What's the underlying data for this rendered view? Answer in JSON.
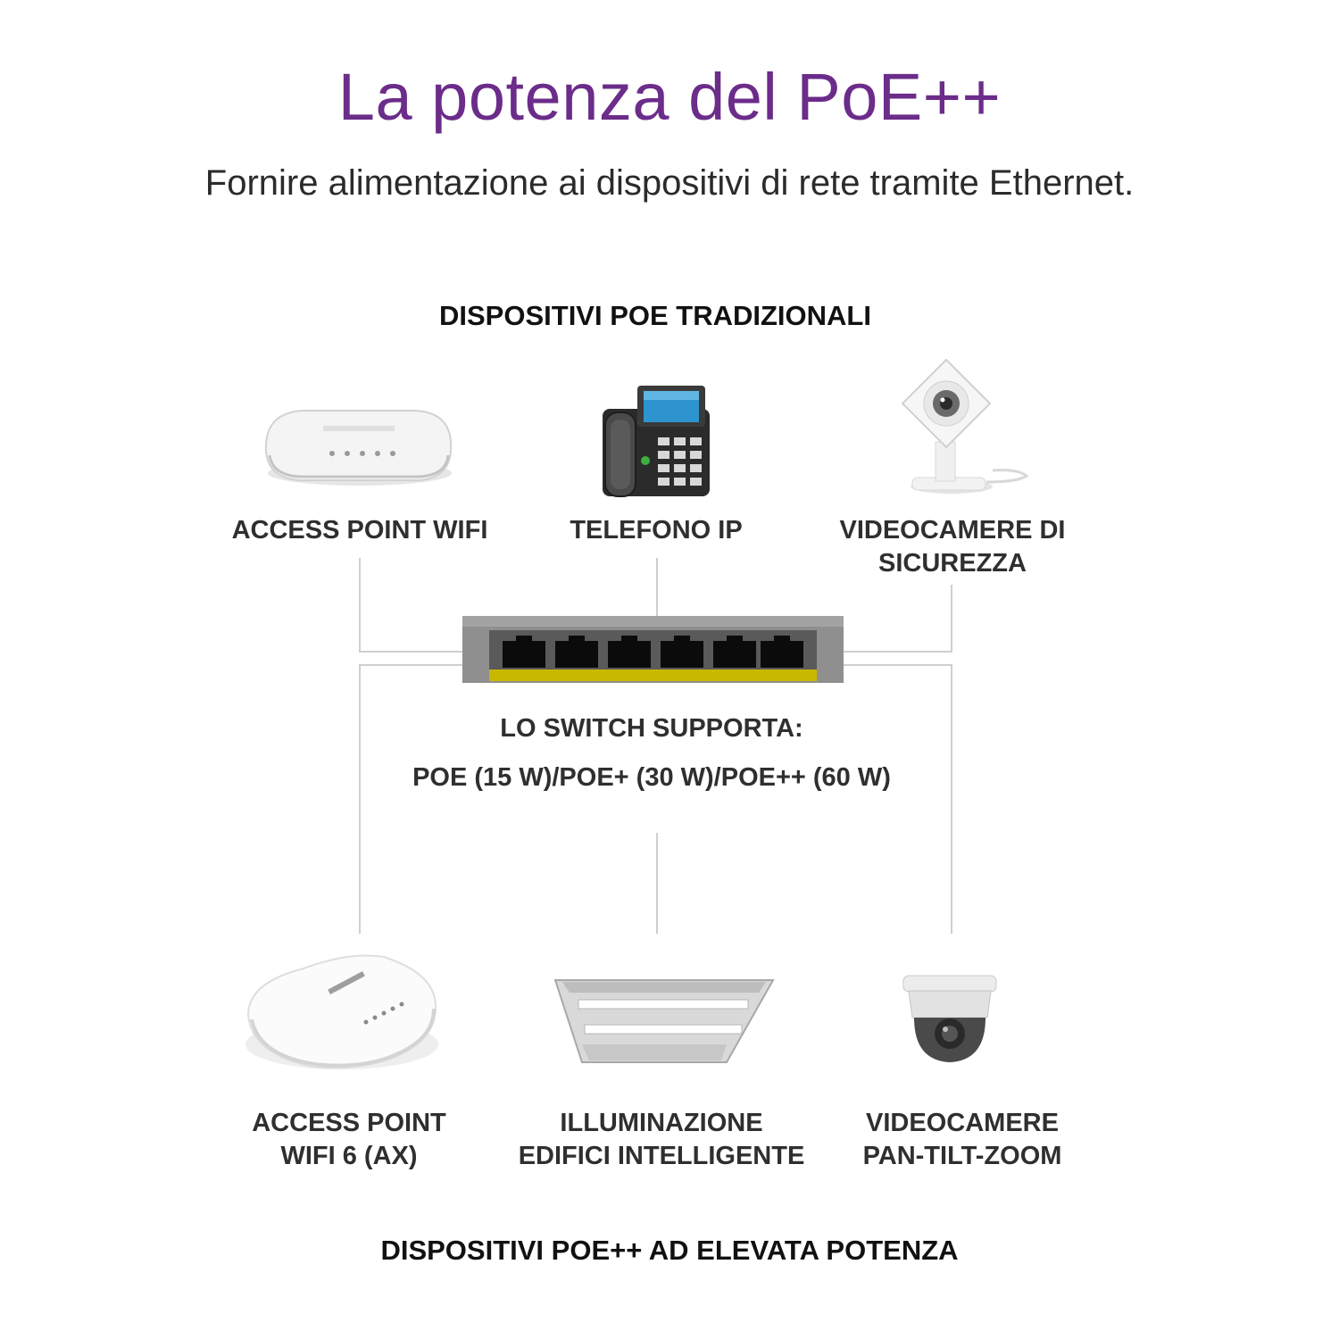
{
  "header": {
    "title": "La potenza del PoE++",
    "subtitle": "Fornire alimentazione ai dispositivi di rete tramite Ethernet."
  },
  "traditional": {
    "heading": "DISPOSITIVI POE TRADIZIONALI",
    "devices": [
      {
        "label": "ACCESS POINT WIFI",
        "icon": "wifi-access-point-icon"
      },
      {
        "label": "TELEFONO IP",
        "icon": "ip-phone-icon"
      },
      {
        "label_line1": "VIDEOCAMERE DI",
        "label_line2": "SICUREZZA",
        "icon": "security-camera-icon"
      }
    ]
  },
  "switch": {
    "icon": "poe-switch-icon",
    "ports": 6,
    "support_title": "LO SWITCH SUPPORTA:",
    "support_values": "POE (15 W)/POE+ (30 W)/POE++ (60 W)"
  },
  "high_power": {
    "heading": "DISPOSITIVI POE++ AD ELEVATA POTENZA",
    "devices": [
      {
        "label_line1": "ACCESS POINT",
        "label_line2": "WIFI 6 (AX)",
        "icon": "wifi6-access-point-icon"
      },
      {
        "label_line1": "ILLUMINAZIONE",
        "label_line2": "EDIFICI INTELLIGENTE",
        "icon": "smart-lighting-icon"
      },
      {
        "label_line1": "VIDEOCAMERE",
        "label_line2": "PAN-TILT-ZOOM",
        "icon": "ptz-camera-icon"
      }
    ]
  },
  "colors": {
    "title": "#6b2c8a",
    "switch_body": "#8f8f8f",
    "switch_stripe": "#c9b800",
    "lines": "#cfcfcf"
  }
}
